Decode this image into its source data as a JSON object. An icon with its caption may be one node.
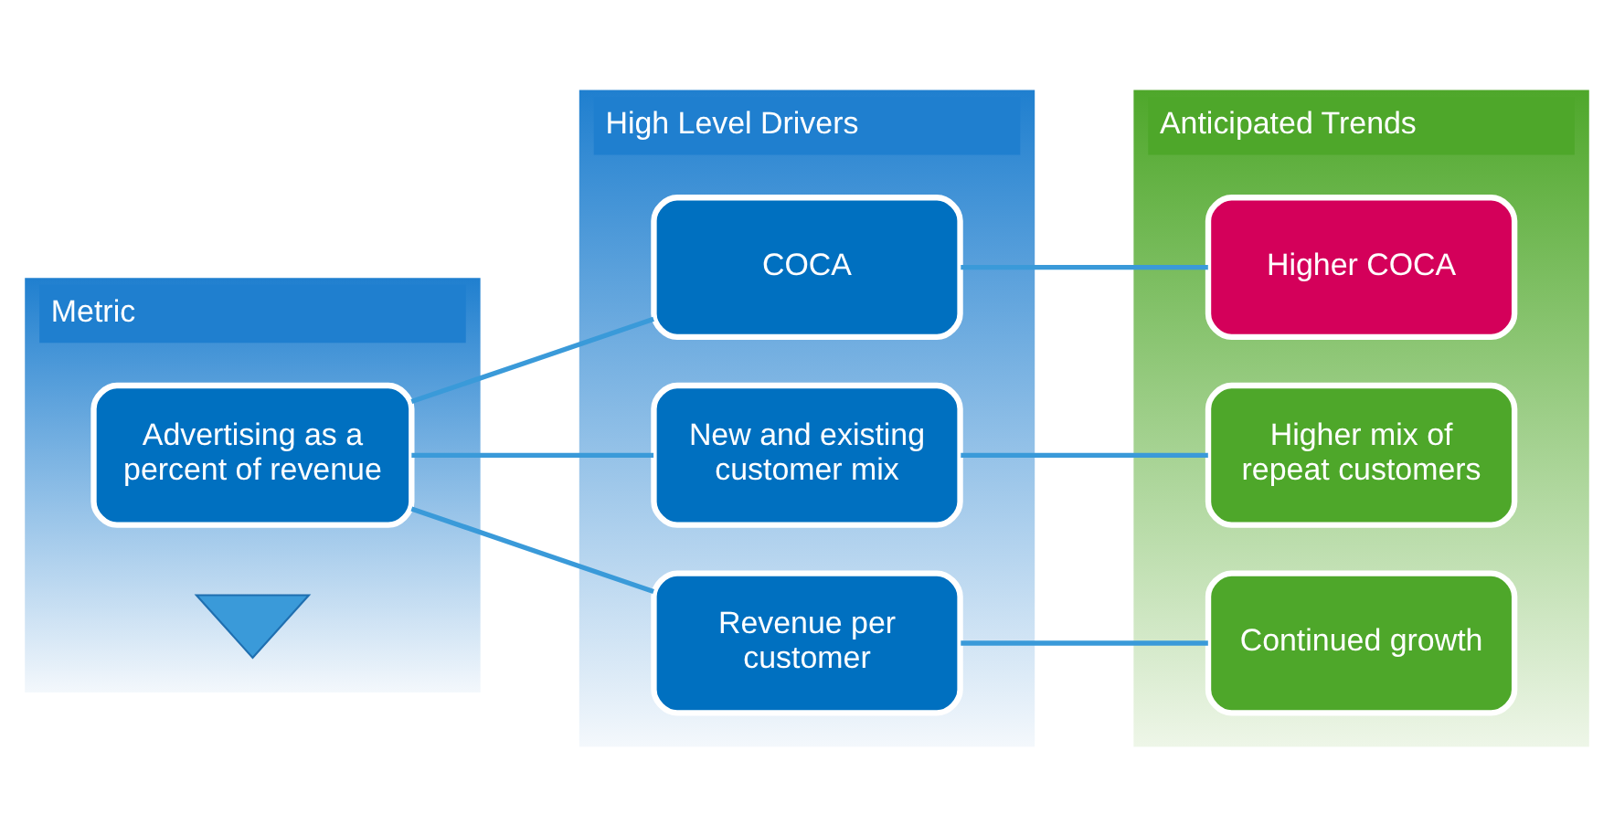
{
  "diagram": {
    "nodes": [
      {
        "text": [
          "Metric"
        ]
      },
      {
        "text": [
          "Advertising as a percent of revenue"
        ],
        "in": 0
      },
      {
        "text": [],
        "shape": "arrow",
        "in": 0
      },
      {
        "text": [
          "High Level Drivers"
        ]
      },
      {
        "text": [
          "COCA"
        ],
        "in": 3
      },
      {
        "text": [
          "New and existing customer mix"
        ],
        "in": 3
      },
      {
        "text": [
          "Revenue per customer"
        ],
        "in": 3
      },
      {
        "text": [
          "Anticipated Trends"
        ]
      },
      {
        "text": [
          "Higher COCA"
        ],
        "in": 7
      },
      {
        "text": [
          "Higher mix of repeat customers"
        ],
        "in": 7
      },
      {
        "text": [
          "Continued growth"
        ],
        "in": 7
      }
    ],
    "edges": [
      {
        "from": 1,
        "to": 4,
        "arrow": "none"
      },
      {
        "from": 1,
        "to": 5,
        "arrow": "none"
      },
      {
        "from": 1,
        "to": 6,
        "arrow": "none"
      },
      {
        "from": 4,
        "to": 8,
        "arrow": "none"
      },
      {
        "from": 5,
        "to": 9,
        "arrow": "none"
      },
      {
        "from": 6,
        "to": 10,
        "arrow": "none"
      }
    ]
  }
}
